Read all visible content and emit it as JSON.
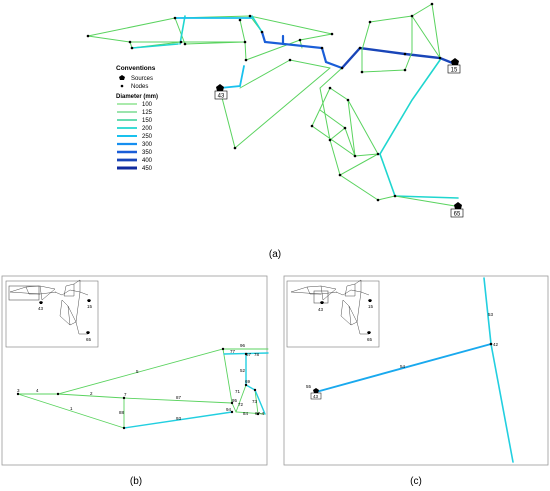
{
  "panels": {
    "a": {
      "caption": "(a)",
      "legend": {
        "title": "Conventions",
        "sources_label": "Sources",
        "nodes_label": "Nodes",
        "diameter_title": "Diameter (mm)",
        "classes": [
          {
            "label": "100",
            "color": "#55d45a"
          },
          {
            "label": "125",
            "color": "#5fd37c"
          },
          {
            "label": "150",
            "color": "#36d199"
          },
          {
            "label": "200",
            "color": "#1fd6cf"
          },
          {
            "label": "250",
            "color": "#19c1ee"
          },
          {
            "label": "300",
            "color": "#168ff0"
          },
          {
            "label": "350",
            "color": "#1a5ed8"
          },
          {
            "label": "400",
            "color": "#1945b8"
          },
          {
            "label": "450",
            "color": "#0f2a9e"
          }
        ]
      },
      "source_labels": [
        "43",
        "15",
        "65"
      ]
    },
    "b": {
      "caption": "(b)",
      "inset_labels": [
        "43",
        "15",
        "65"
      ],
      "pipe_labels": [
        "3",
        "4",
        "1",
        "2",
        "5",
        "7",
        "87",
        "88",
        "93",
        "84",
        "94",
        "95",
        "96",
        "77",
        "78",
        "52",
        "69",
        "67",
        "73",
        "71",
        "72",
        "67-4"
      ]
    },
    "c": {
      "caption": "(c)",
      "inset_labels": [
        "43",
        "15",
        "65"
      ],
      "pipe_labels": [
        "54",
        "53",
        "42",
        "55",
        "43"
      ]
    }
  },
  "colors": {
    "green": "#5ad35f",
    "cyan": "#22cfe0",
    "blue": "#1a5ed8",
    "darkblue": "#0f2a9e",
    "frame": "#999999",
    "node": "#000000"
  }
}
